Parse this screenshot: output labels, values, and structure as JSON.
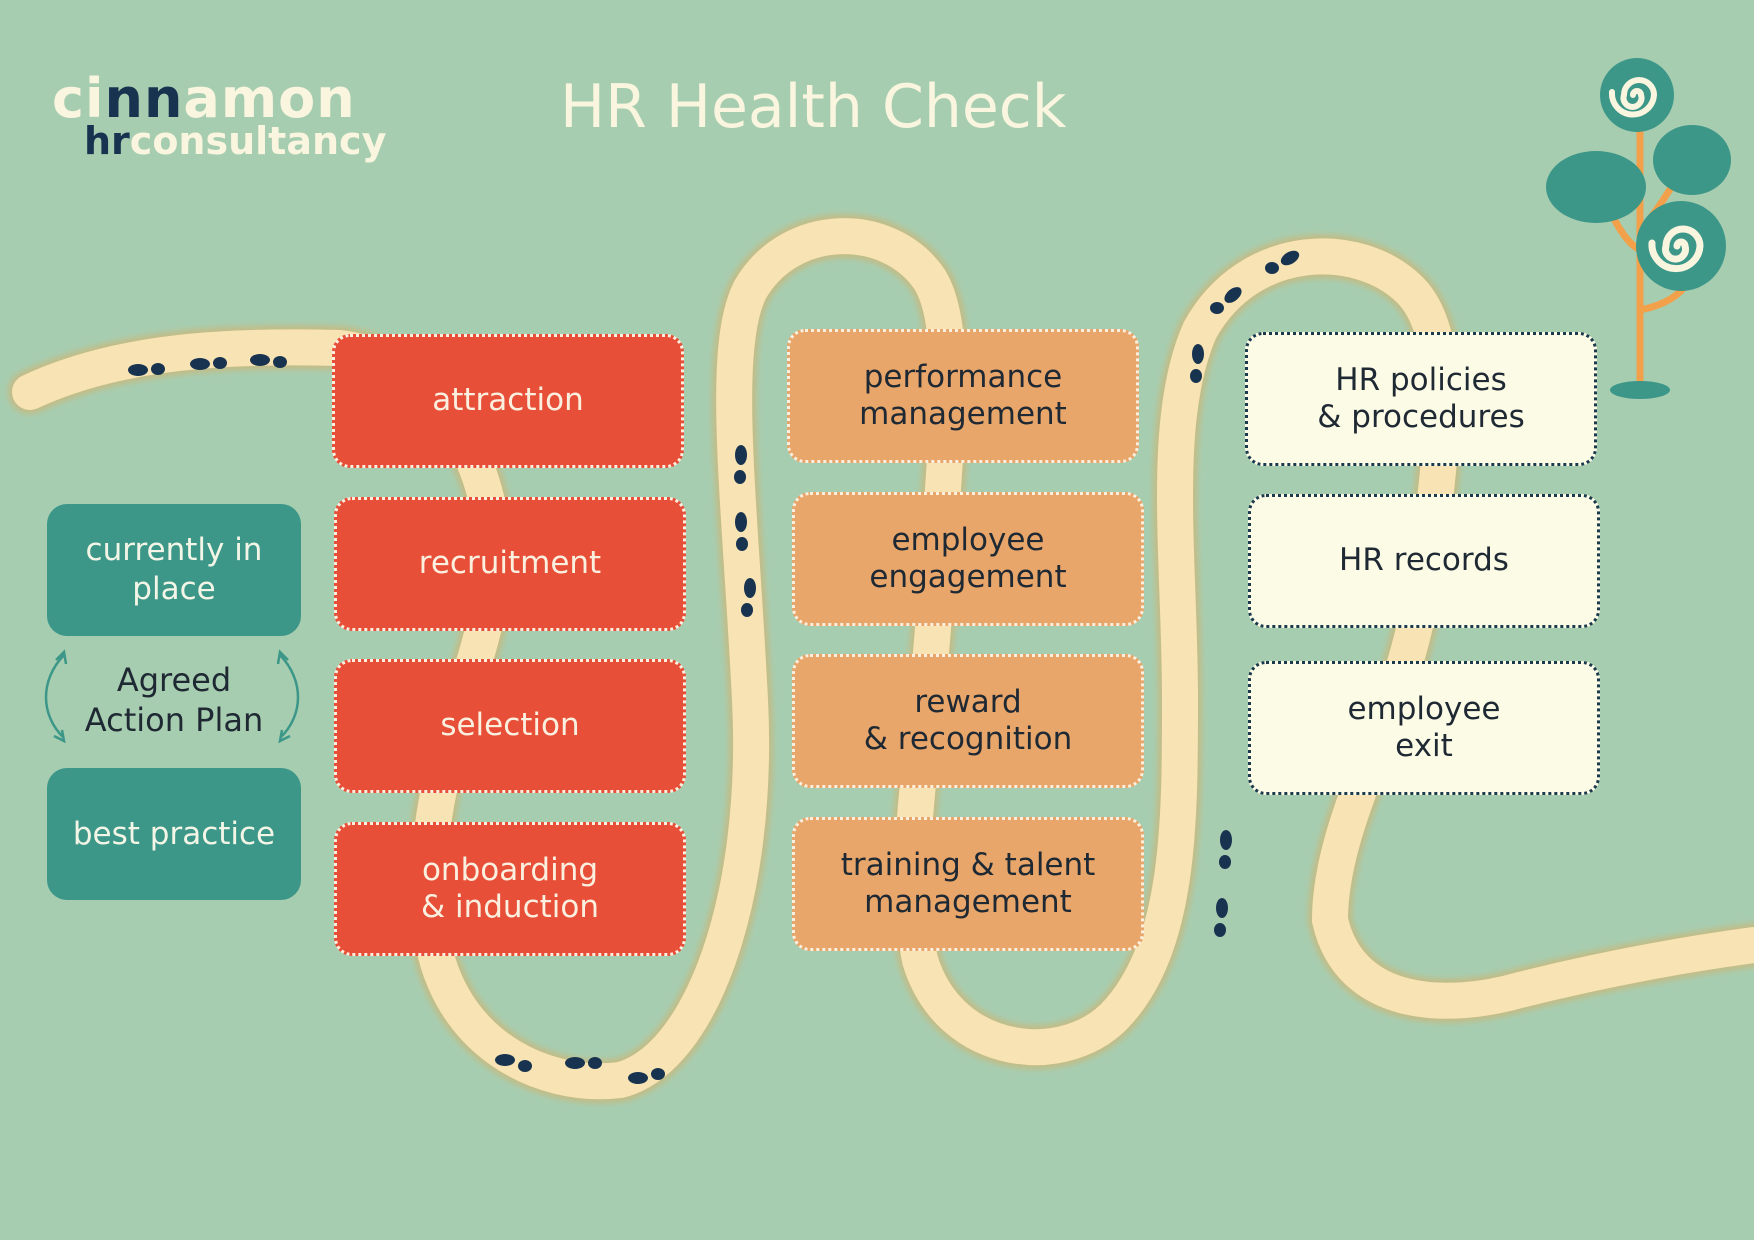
{
  "logo": {
    "line1_light": "ci",
    "line1_dark": "nn",
    "line1_rest": "amon",
    "line2_dark": "hr",
    "line2_rest": "consultancy"
  },
  "title": "HR Health Check",
  "legend": {
    "current": "currently in\nplace",
    "plan": "Agreed\nAction Plan",
    "best": "best practice"
  },
  "columns": [
    {
      "stage": "red",
      "items": [
        "attraction",
        "recruitment",
        "selection",
        "onboarding\n& induction"
      ]
    },
    {
      "stage": "orange",
      "items": [
        "performance\nmanagement",
        "employee\nengagement",
        "reward\n& recognition",
        "training & talent\nmanagement"
      ]
    },
    {
      "stage": "cream",
      "items": [
        "HR policies\n& procedures",
        "HR records",
        "employee\nexit"
      ]
    }
  ],
  "colors": {
    "background": "#a7cdb0",
    "path": "#f7e3b3",
    "red": "#e74f38",
    "orange": "#e9a66a",
    "cream": "#fcfbe6",
    "teal": "#3c9789",
    "footprint": "#17334f"
  },
  "icons": [
    "footprint-icon",
    "tree-icon",
    "spiral-icon",
    "cycle-arrow-icon"
  ]
}
